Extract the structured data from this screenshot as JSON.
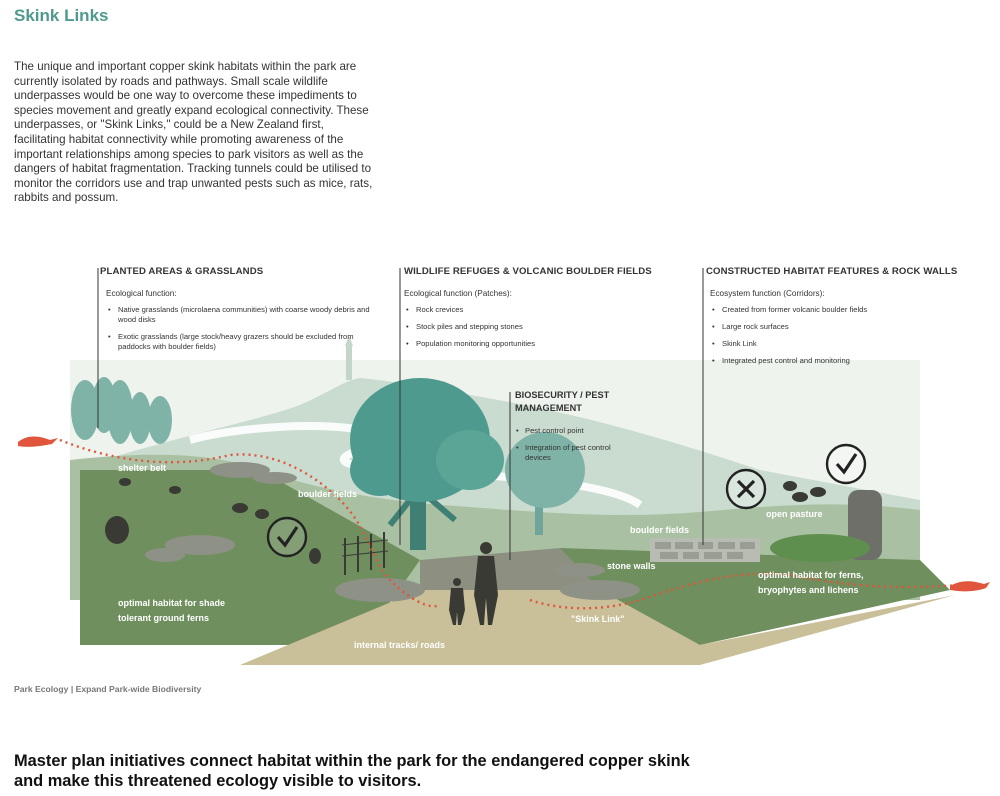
{
  "title": "Skink Links",
  "intro": "The unique and important copper skink habitats within the park are currently isolated by roads and pathways. Small scale wildlife underpasses would be one way to overcome these impediments to species movement and greatly expand ecological connectivity. These underpasses, or \"Skink Links,\" could be a New Zealand first, facilitating habitat connectivity while promoting awareness of the important relationships among species to park visitors as well as the dangers of habitat fragmentation. Tracking tunnels could be utilised to monitor the corridors use and trap unwanted pests such as mice, rats, rabbits and possum.",
  "columns": [
    {
      "title": "PLANTED AREAS & GRASSLANDS",
      "subtitle": "Ecological function:",
      "items": [
        "Native grasslands (microlaena communities) with coarse woody debris and wood disks",
        "Exotic grasslands (large stock/heavy grazers should be excluded from paddocks with boulder fields)"
      ]
    },
    {
      "title": "WILDLIFE REFUGES & VOLCANIC BOULDER FIELDS",
      "subtitle": "Ecological function (Patches):",
      "items": [
        "Rock crevices",
        "Stock piles and stepping stones",
        "Population monitoring opportunities"
      ]
    },
    {
      "title": "CONSTRUCTED HABITAT FEATURES & ROCK WALLS",
      "subtitle": "Ecosystem function (Corridors):",
      "items": [
        "Created from former volcanic boulder fields",
        "Large rock surfaces",
        "Skink Link",
        "Integrated pest control and monitoring"
      ]
    }
  ],
  "biosecurity": {
    "title": "BIOSECURITY / PEST MANAGEMENT",
    "items": [
      "Pest control point",
      "Integration of pest control devices"
    ]
  },
  "labels": {
    "shelter_belt": "shelter belt",
    "boulder_fields_1": "boulder fields",
    "boulder_fields_2": "boulder fields",
    "open_pasture": "open pasture",
    "stone_walls": "stone walls",
    "ferns_left_1": "optimal habitat for shade",
    "ferns_left_2": "tolerant ground ferns",
    "ferns_right_1": "optimal habitat for ferns,",
    "ferns_right_2": "bryophytes and lichens",
    "skink_link": "\"Skink Link\"",
    "tracks": "internal tracks/ roads"
  },
  "footer": "Park Ecology | Expand Park-wide Biodiversity",
  "caption": "Master plan initiatives connect habitat within the park for the endangered copper skink and make this threatened ecology visible to visitors.",
  "colors": {
    "title": "#4f9a8e",
    "grass_dark": "#6f8f5e",
    "grass_light": "#a9c1a2",
    "hill": "#c9dccf",
    "tree": "#4f9a8e",
    "path": "#c9bf98",
    "skink_path": "#e0553b"
  }
}
